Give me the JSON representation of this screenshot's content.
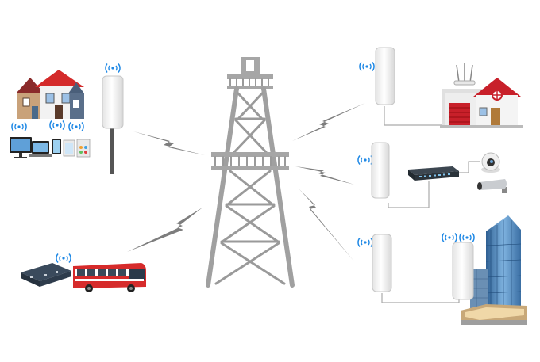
{
  "diagram": {
    "nodes": [
      {
        "id": "tower",
        "icon": "lattice-tower-icon"
      },
      {
        "id": "homes",
        "icon": "houses-icon"
      },
      {
        "id": "devices",
        "icon": "client-devices-icon"
      },
      {
        "id": "cpe-home-cluster",
        "icon": "outdoor-cpe-icon"
      },
      {
        "id": "vehicle-router",
        "icon": "vehicle-router-icon"
      },
      {
        "id": "bus",
        "icon": "bus-icon"
      },
      {
        "id": "cpe-garage",
        "icon": "outdoor-cpe-icon"
      },
      {
        "id": "garage-house",
        "icon": "garage-house-icon"
      },
      {
        "id": "cpe-switch",
        "icon": "outdoor-cpe-icon"
      },
      {
        "id": "network-switch",
        "icon": "network-switch-icon"
      },
      {
        "id": "dome-camera",
        "icon": "dome-camera-icon"
      },
      {
        "id": "bullet-camera",
        "icon": "bullet-camera-icon"
      },
      {
        "id": "cpe-tower-link",
        "icon": "outdoor-cpe-icon"
      },
      {
        "id": "cpe-building",
        "icon": "outdoor-cpe-icon"
      },
      {
        "id": "skyscraper",
        "icon": "skyscraper-icon"
      }
    ],
    "links": [
      {
        "from": "tower",
        "to": "cpe-home-cluster",
        "kind": "wireless"
      },
      {
        "from": "tower",
        "to": "vehicle-router",
        "kind": "wireless"
      },
      {
        "from": "tower",
        "to": "cpe-garage",
        "kind": "wireless"
      },
      {
        "from": "tower",
        "to": "cpe-switch",
        "kind": "wireless"
      },
      {
        "from": "tower",
        "to": "cpe-tower-link",
        "kind": "wireless"
      },
      {
        "from": "cpe-garage",
        "to": "garage-house",
        "kind": "wired"
      },
      {
        "from": "cpe-switch",
        "to": "network-switch",
        "kind": "wired"
      },
      {
        "from": "network-switch",
        "to": "dome-camera",
        "kind": "wired"
      },
      {
        "from": "network-switch",
        "to": "bullet-camera",
        "kind": "wired"
      },
      {
        "from": "cpe-tower-link",
        "to": "cpe-building",
        "kind": "wired"
      }
    ],
    "colors": {
      "tower": "#9a9a9a",
      "wireless_bolt": "#7a7a7a",
      "wifi_signal": "#1e88e5",
      "cpe_body": "#f4f4f4",
      "roof_red": "#c8202a",
      "bus_red": "#d62b2b",
      "glass_blue": "#4a7fb5"
    }
  }
}
